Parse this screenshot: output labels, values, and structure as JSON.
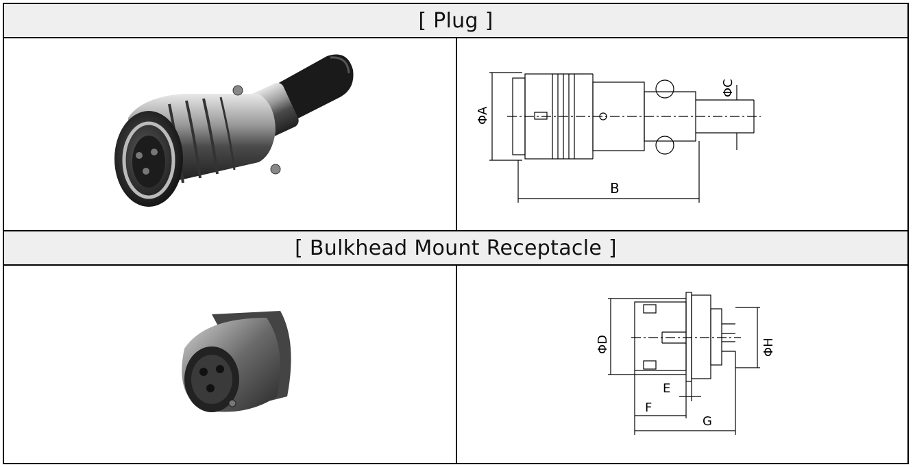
{
  "sections": [
    {
      "header": "[ Plug ]"
    },
    {
      "header": "[ Bulkhead Mount Receptacle ]"
    }
  ],
  "plug_drawing": {
    "labels": [
      "ΦA",
      "ΦC",
      "B"
    ]
  },
  "receptacle_drawing": {
    "labels": [
      "ΦD",
      "ΦH",
      "E",
      "F",
      "G"
    ]
  },
  "colors": {
    "header_bg": "#efefef",
    "border": "#000000"
  }
}
